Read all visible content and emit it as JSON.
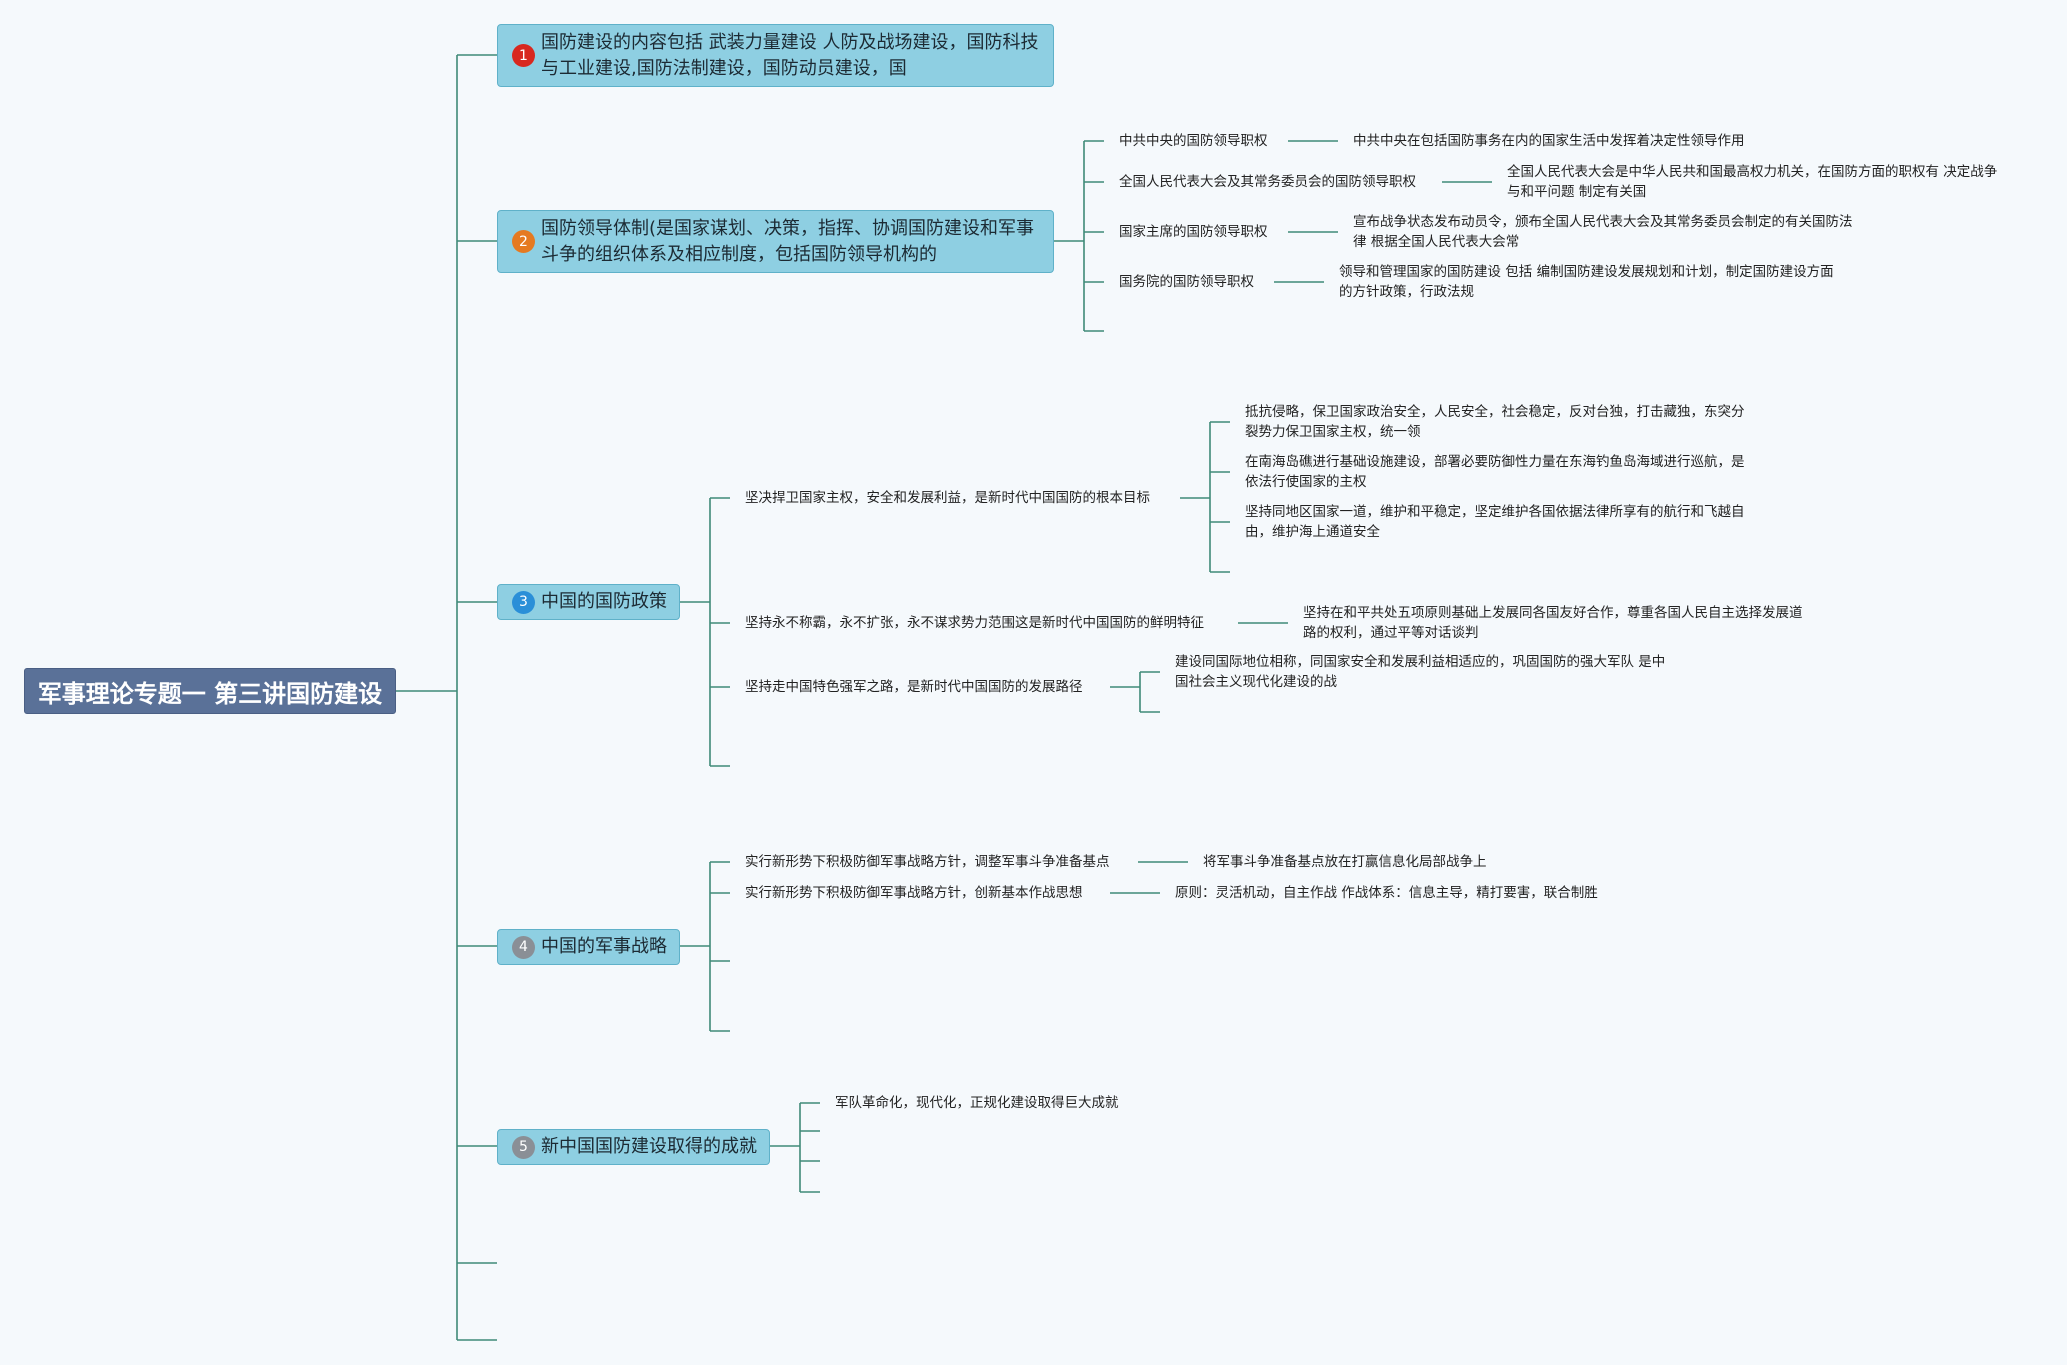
{
  "root": {
    "title": "军事理论专题一 第三讲国防建设"
  },
  "branches": [
    {
      "number": "1",
      "badge_color": "#d8281f",
      "text": "国防建设的内容包括 武装力量建设 人防及战场建设，国防科技与工业建设,国防法制建设，国防动员建设，国"
    },
    {
      "number": "2",
      "badge_color": "#e57a21",
      "text": "国防领导体制(是国家谋划、决策，指挥、协调国防建设和军事斗争的组织体系及相应制度，包括国防领导机构的",
      "children": [
        {
          "label": "中共中央的国防领导职权",
          "detail": "中共中央在包括国防事务在内的国家生活中发挥着决定性领导作用"
        },
        {
          "label": "全国人民代表大会及其常务委员会的国防领导职权",
          "detail": "全国人民代表大会是中华人民共和国最高权力机关，在国防方面的职权有 决定战争与和平问题 制定有关国"
        },
        {
          "label": "国家主席的国防领导职权",
          "detail": "宣布战争状态发布动员令，颁布全国人民代表大会及其常务委员会制定的有关国防法律 根据全国人民代表大会常"
        },
        {
          "label": "国务院的国防领导职权",
          "detail": "领导和管理国家的国防建设 包括 编制国防建设发展规划和计划，制定国防建设方面的方针政策，行政法规"
        }
      ]
    },
    {
      "number": "3",
      "badge_color": "#2a8fd8",
      "text": "中国的国防政策",
      "children": [
        {
          "label": "坚决捍卫国家主权，安全和发展利益，是新时代中国国防的根本目标",
          "details": [
            "抵抗侵略，保卫国家政治安全，人民安全，社会稳定，反对台独，打击藏独，东突分裂势力保卫国家主权，统一领",
            "在南海岛礁进行基础设施建设，部署必要防御性力量在东海钓鱼岛海域进行巡航，是依法行使国家的主权",
            "坚持同地区国家一道，维护和平稳定，坚定维护各国依据法律所享有的航行和飞越自由，维护海上通道安全"
          ]
        },
        {
          "label": "坚持永不称霸，永不扩张，永不谋求势力范围这是新时代中国国防的鲜明特征",
          "details": [
            "坚持在和平共处五项原则基础上发展同各国友好合作，尊重各国人民自主选择发展道路的权利，通过平等对话谈判"
          ]
        },
        {
          "label": "坚持走中国特色强军之路，是新时代中国国防的发展路径",
          "details": [
            "建设同国际地位相称，同国家安全和发展利益相适应的，巩固国防的强大军队 是中国社会主义现代化建设的战"
          ]
        }
      ]
    },
    {
      "number": "4",
      "badge_color": "#8a8f96",
      "text": "中国的军事战略",
      "children": [
        {
          "label": "实行新形势下积极防御军事战略方针，调整军事斗争准备基点",
          "detail": "将军事斗争准备基点放在打赢信息化局部战争上"
        },
        {
          "label": "实行新形势下积极防御军事战略方针，创新基本作战思想",
          "detail": "原则：灵活机动，自主作战 作战体系：信息主导，精打要害，联合制胜"
        }
      ]
    },
    {
      "number": "5",
      "badge_color": "#8a8f96",
      "text": "新中国国防建设取得的成就",
      "children": [
        {
          "label": "军队革命化，现代化，正规化建设取得巨大成就"
        }
      ]
    }
  ],
  "colors": {
    "line": "#3f8a78",
    "main_fill": "#8ecfe2",
    "root_fill": "#5a7198"
  }
}
